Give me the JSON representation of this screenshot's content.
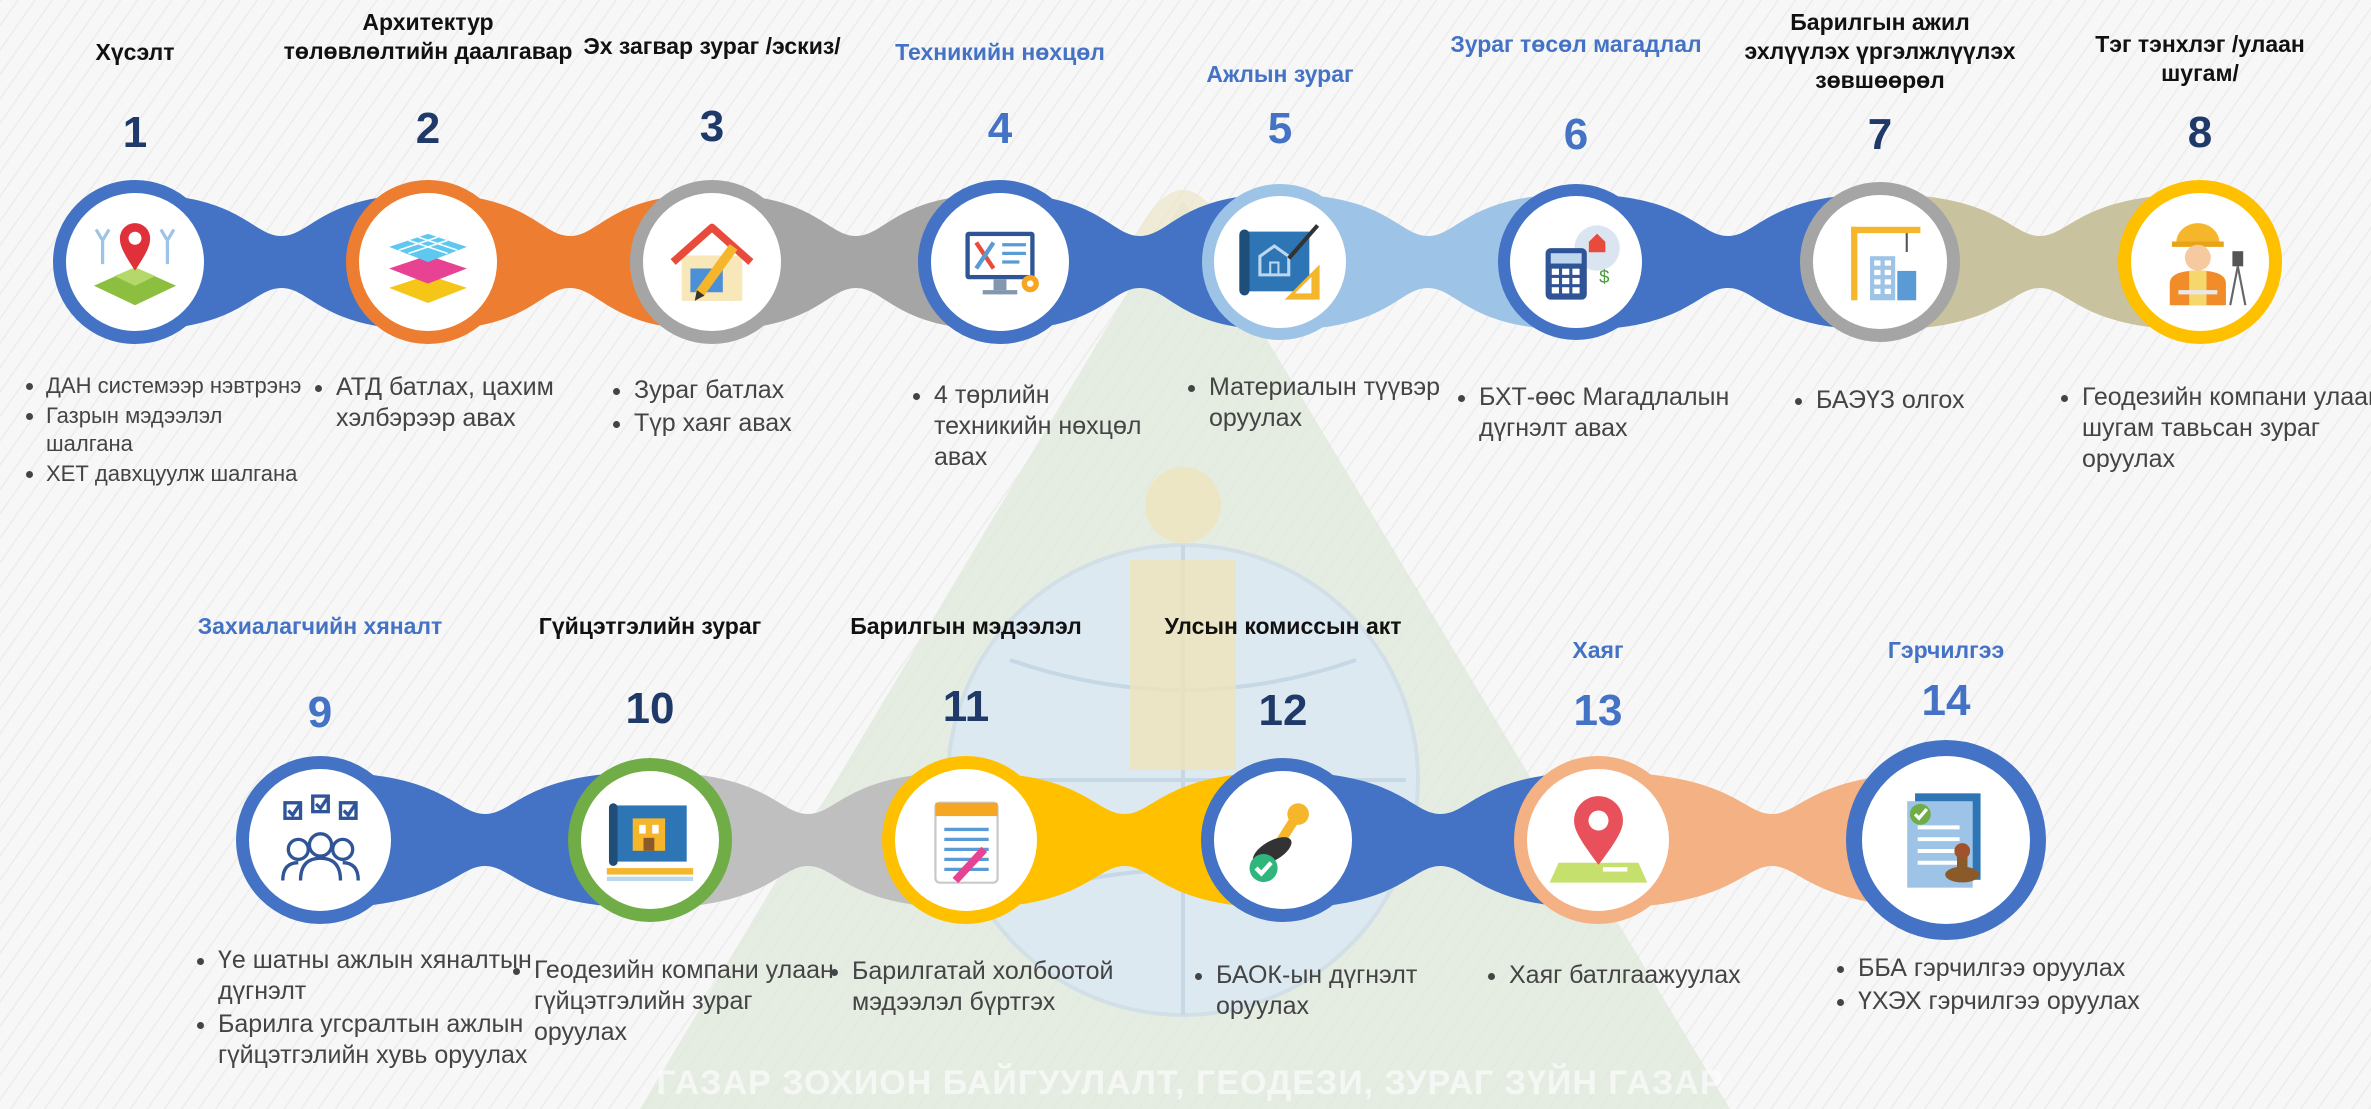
{
  "colors": {
    "dark_navy": "#1f3a68",
    "blue": "#4472c4",
    "orange": "#ed7d31",
    "gray": "#a5a5a5",
    "light_blue": "#9dc3e6",
    "sky_blue": "#5b9bd5",
    "khaki": "#c8c29f",
    "gold": "#ffc000",
    "green": "#70ad47",
    "peach": "#f4b183"
  },
  "steps": [
    {
      "number": "1",
      "title": "Хүсэлт",
      "title_color": "#111111",
      "number_color": "#1f3a68",
      "ring": "#4472c4",
      "icon": "map-pin-icon",
      "bullets": [
        "ДАН системээр нэвтрэнэ",
        "Газрын мэдээлэл шалгана",
        "ХЕТ давхцуулж шалгана"
      ]
    },
    {
      "number": "2",
      "title": "Архитектур төлөвлөлтийн даалгавар",
      "title_color": "#111111",
      "number_color": "#1f3a68",
      "ring": "#ed7d31",
      "icon": "layers-icon",
      "bullets": [
        "АТД батлах, цахим хэлбэрээр авах"
      ]
    },
    {
      "number": "3",
      "title": "Эх загвар зураг /эскиз/",
      "title_color": "#111111",
      "number_color": "#1f3a68",
      "ring": "#a5a5a5",
      "icon": "house-pencil-icon",
      "bullets": [
        "Зураг батлах",
        "Түр хаяг авах"
      ]
    },
    {
      "number": "4",
      "title": "Техникийн нөхцөл",
      "title_color": "#4472c4",
      "number_color": "#4472c4",
      "ring": "#4472c4",
      "icon": "engineering-tools-icon",
      "bullets": [
        "4 төрлийн техникийн нөхцөл авах"
      ]
    },
    {
      "number": "5",
      "title": "Ажлын зураг",
      "title_color": "#4472c4",
      "number_color": "#4472c4",
      "ring": "#9dc3e6",
      "icon": "blueprint-icon",
      "bullets": [
        "Материалын түүвэр оруулах"
      ]
    },
    {
      "number": "6",
      "title": "Зураг төсөл магадлал",
      "title_color": "#4472c4",
      "number_color": "#4472c4",
      "ring": "#4472c4",
      "icon": "calculator-icon",
      "bullets": [
        "БХТ-өөс Магадлалын дүгнэлт авах"
      ]
    },
    {
      "number": "7",
      "title": "Барилгын ажил эхлүүлэх үргэлжлүүлэх зөвшөөрөл",
      "title_color": "#111111",
      "number_color": "#1f3a68",
      "ring": "#a5a5a5",
      "icon": "construction-crane-icon",
      "bullets": [
        "БАЭҮЗ олгох"
      ]
    },
    {
      "number": "8",
      "title": "Тэг тэнхлэг /улаан шугам/",
      "title_color": "#111111",
      "number_color": "#1f3a68",
      "ring": "#ffc000",
      "icon": "surveyor-icon",
      "bullets": [
        "Геодезийн компани улаан шугам тавьсан зураг оруулах"
      ]
    },
    {
      "number": "9",
      "title": "Захиалагчийн хяналт",
      "title_color": "#4472c4",
      "number_color": "#4472c4",
      "ring": "#4472c4",
      "icon": "team-checklist-icon",
      "bullets": [
        "Үе шатны ажлын хяналтын дүгнэлт",
        "Барилга угсралтын ажлын гүйцэтгэлийн хувь оруулах"
      ]
    },
    {
      "number": "10",
      "title": "Гүйцэтгэлийн зураг",
      "title_color": "#111111",
      "number_color": "#1f3a68",
      "ring": "#70ad47",
      "icon": "blueprint-building-icon",
      "bullets": [
        "Геодезийн компани улаан гүйцэтгэлийн зураг оруулах"
      ]
    },
    {
      "number": "11",
      "title": "Барилгын мэдээлэл",
      "title_color": "#111111",
      "number_color": "#1f3a68",
      "ring": "#ffc000",
      "icon": "notepad-icon",
      "bullets": [
        "Барилгатай холбоотой мэдээлэл бүртгэх"
      ]
    },
    {
      "number": "12",
      "title": "Улсын комиссын акт",
      "title_color": "#111111",
      "number_color": "#1f3a68",
      "ring": "#4472c4",
      "icon": "stamp-icon",
      "bullets": [
        "БАОК-ын дүгнэлт оруулах"
      ]
    },
    {
      "number": "13",
      "title": "Хаяг",
      "title_color": "#4472c4",
      "number_color": "#4472c4",
      "ring": "#f4b183",
      "icon": "location-pin-icon",
      "bullets": [
        "Хаяг батлгаажуулах"
      ]
    },
    {
      "number": "14",
      "title": "Гэрчилгээ",
      "title_color": "#4472c4",
      "number_color": "#4472c4",
      "ring": "#4472c4",
      "icon": "certificate-icon",
      "bullets": [
        "ББА гэрчилгээ оруулах",
        "ҮХЭХ гэрчилгээ оруулах"
      ]
    }
  ],
  "connectors": [
    {
      "from": "1",
      "to": "2",
      "color": "#4472c4"
    },
    {
      "from": "2",
      "to": "3",
      "color": "#ed7d31"
    },
    {
      "from": "3",
      "to": "4",
      "color": "#a5a5a5"
    },
    {
      "from": "4",
      "to": "5",
      "color": "#4472c4"
    },
    {
      "from": "5",
      "to": "6",
      "color": "#9dc3e6"
    },
    {
      "from": "6",
      "to": "7",
      "color": "#4472c4"
    },
    {
      "from": "7",
      "to": "8",
      "color": "#c8c29f"
    },
    {
      "from": "9",
      "to": "10",
      "color": "#4472c4"
    },
    {
      "from": "10",
      "to": "11",
      "color": "#bfbfbf"
    },
    {
      "from": "11",
      "to": "12",
      "color": "#ffc000"
    },
    {
      "from": "12",
      "to": "13",
      "color": "#4472c4"
    },
    {
      "from": "13",
      "to": "14",
      "color": "#f4b183"
    }
  ],
  "watermark_text": "ГАЗАР ЗОХИОН БАЙГУУЛАЛТ, ГЕОДЕЗИ, ЗУРАГ ЗҮЙН ГАЗАР"
}
